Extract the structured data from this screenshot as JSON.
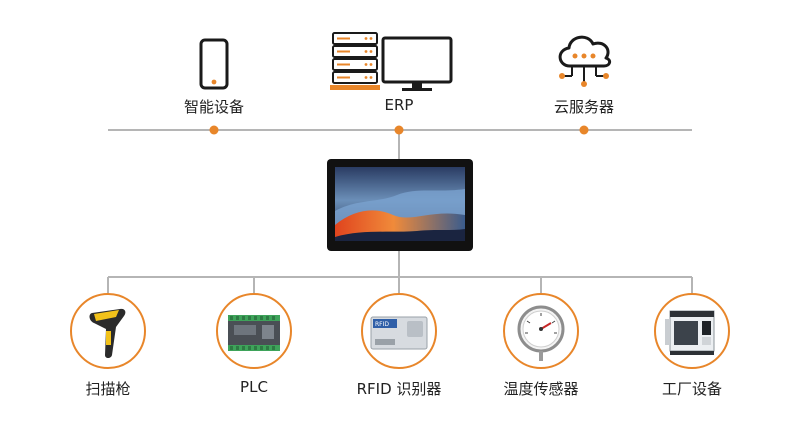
{
  "colors": {
    "accent": "#e8862a",
    "line": "#b5b5b5",
    "icon": "#1a1a1a"
  },
  "top_nodes": [
    {
      "label": "智能设备",
      "icon": "smartphone-icon"
    },
    {
      "label": "ERP",
      "icon": "server-monitor-icon"
    },
    {
      "label": "云服务器",
      "icon": "cloud-network-icon"
    }
  ],
  "center_device": {
    "icon": "touch-panel-display-icon"
  },
  "bottom_nodes": [
    {
      "label": "扫描枪",
      "icon": "barcode-scanner-icon"
    },
    {
      "label": "PLC",
      "icon": "plc-module-icon"
    },
    {
      "label": "RFID 识别器",
      "icon": "rfid-reader-icon"
    },
    {
      "label": "温度传感器",
      "icon": "temperature-gauge-icon"
    },
    {
      "label": "工厂设备",
      "icon": "cnc-machine-icon"
    }
  ],
  "rfid_plate_text": "RFID"
}
